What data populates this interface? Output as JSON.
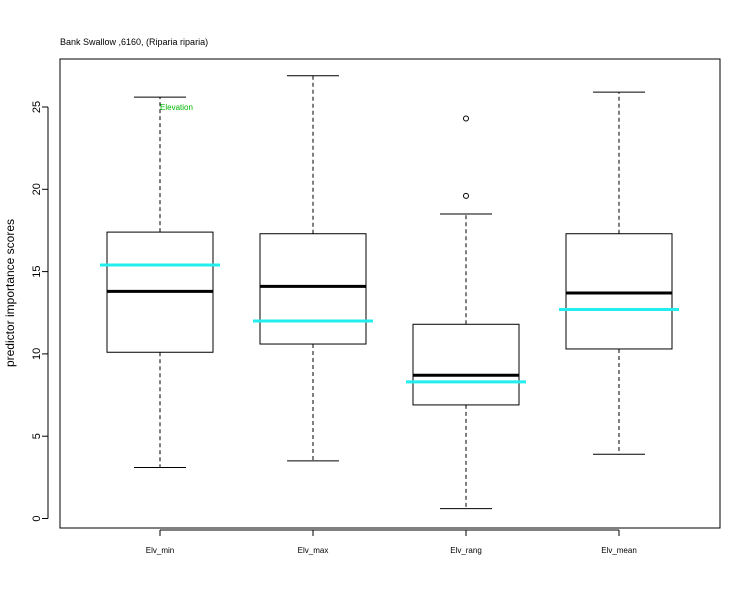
{
  "chart_data": {
    "type": "box",
    "title": "Bank Swallow ,6160, (Riparia riparia)",
    "xlabel": "",
    "ylabel": "predictor importance scores",
    "ylim": [
      0,
      27
    ],
    "yticks": [
      0,
      5,
      10,
      15,
      20,
      25
    ],
    "grid": false,
    "legend": "none",
    "categories": [
      "Elv_min",
      "Elv_max",
      "Elv_rang",
      "Elv_mean"
    ],
    "boxes": [
      {
        "whisker_low": 3.1,
        "q1": 10.1,
        "median": 13.8,
        "q3": 17.4,
        "whisker_high": 25.6,
        "outliers": [],
        "highlight": 15.4
      },
      {
        "whisker_low": 3.5,
        "q1": 10.6,
        "median": 14.1,
        "q3": 17.3,
        "whisker_high": 26.9,
        "outliers": [],
        "highlight": 12.0
      },
      {
        "whisker_low": 0.6,
        "q1": 6.9,
        "median": 8.7,
        "q3": 11.8,
        "whisker_high": 18.5,
        "outliers": [
          19.6,
          24.3
        ],
        "highlight": 8.3
      },
      {
        "whisker_low": 3.9,
        "q1": 10.3,
        "median": 13.7,
        "q3": 17.3,
        "whisker_high": 25.9,
        "outliers": [],
        "highlight": 12.7
      }
    ],
    "annotation": {
      "text": "Elevation",
      "x_category": 0,
      "y": 25.0,
      "color": "#00bb00"
    },
    "colors": {
      "box": "#000000",
      "median": "#000000",
      "highlight": "#22eeee"
    }
  }
}
